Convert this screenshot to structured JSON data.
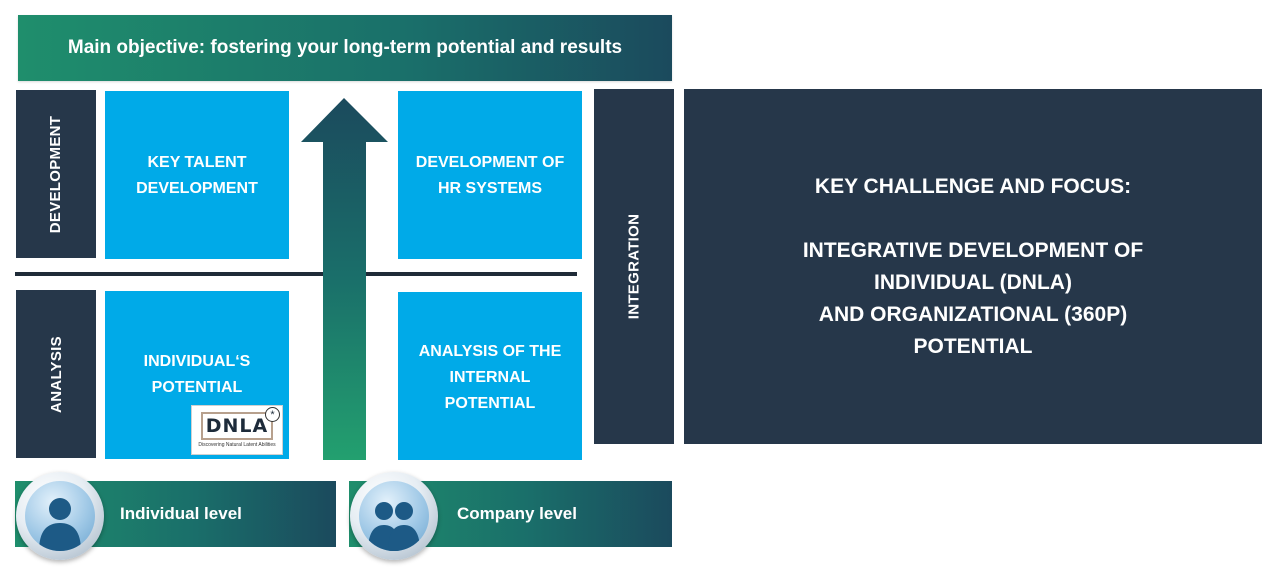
{
  "banner": {
    "text": "Main objective: fostering your long-term potential and results"
  },
  "rows": {
    "development": "DEVELOPMENT",
    "analysis": "ANALYSIS"
  },
  "boxes": {
    "key_talent": "KEY TALENT\nDEVELOPMENT",
    "hr_systems": "DEVELOPMENT OF\nHR SYSTEMS",
    "individual_potential": "INDIVIDUAL‘S\nPOTENTIAL",
    "internal_potential": "ANALYSIS OF THE\nINTERNAL\nPOTENTIAL"
  },
  "logo": {
    "name": "DNLA",
    "tagline": "Discovering Natural Latent Abilities"
  },
  "integration": {
    "label": "INTEGRATION"
  },
  "challenge": {
    "heading": "KEY CHALLENGE AND FOCUS:",
    "line1": "INTEGRATIVE DEVELOPMENT OF",
    "line2": "INDIVIDUAL (DNLA)",
    "line3": "AND ORGANIZATIONAL (360P)",
    "line4": "POTENTIAL"
  },
  "levels": {
    "individual": "Individual level",
    "company": "Company level"
  },
  "colors": {
    "navy": "#26374a",
    "cyan": "#00aae8",
    "green": "#1f8e6c",
    "teal_dark": "#1b4a5d"
  }
}
